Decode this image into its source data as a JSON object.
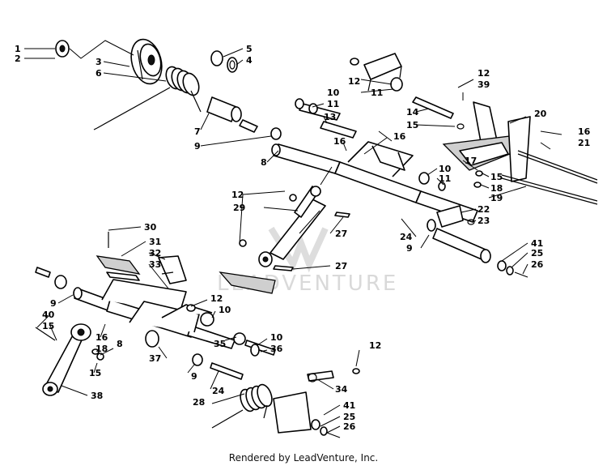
{
  "watermark": "LEADVENTURE",
  "footer": "Rendered by LeadVenture, Inc.",
  "callouts": {
    "c1": "1",
    "c2": "2",
    "c3": "3",
    "c4": "4",
    "c5": "5",
    "c6": "6",
    "c7": "7",
    "c8": "8",
    "c9": "9",
    "c10": "10",
    "c11": "11",
    "c12": "12",
    "c13": "13",
    "c14": "14",
    "c15": "15",
    "c16": "16",
    "c17": "17",
    "c18": "18",
    "c19": "19",
    "c20": "20",
    "c21": "21",
    "c22": "22",
    "c23": "23",
    "c24": "24",
    "c25": "25",
    "c26": "26",
    "c27": "27",
    "c28": "28",
    "c29": "29",
    "c30": "30",
    "c31": "31",
    "c32": "32",
    "c33": "33",
    "c34": "34",
    "c35": "35",
    "c36": "36",
    "c37": "37",
    "c38": "38",
    "c39": "39",
    "c40": "40",
    "c41": "41"
  }
}
